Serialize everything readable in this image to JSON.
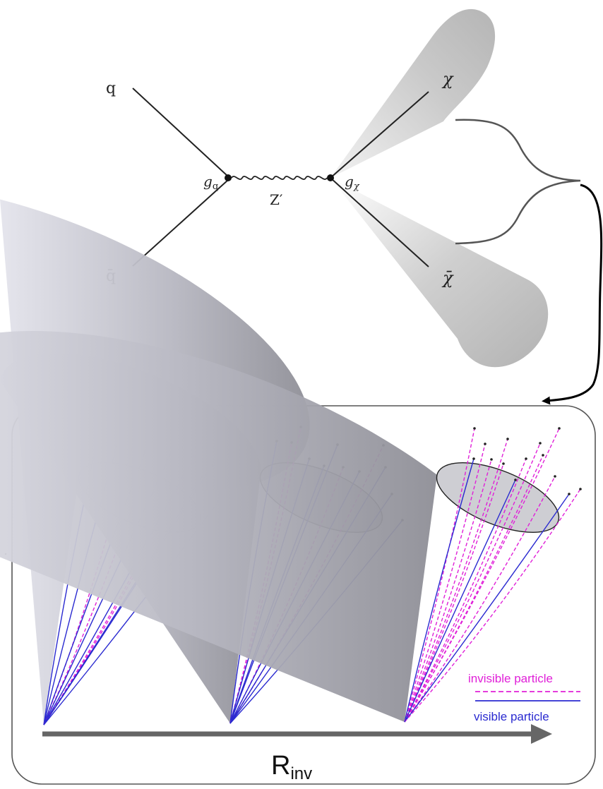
{
  "feynman": {
    "quark_label": "q",
    "antiquark_label": "q̄",
    "coupling_quark": "g",
    "coupling_quark_sub": "q",
    "mediator_label": "Z′",
    "coupling_dark": "g",
    "coupling_dark_sub": "χ",
    "dark_label": "χ",
    "antidark_label": "χ̄"
  },
  "jets_panel": {
    "legend": {
      "invisible_label": "invisible particle",
      "visible_label": "visible particle"
    },
    "axis_label_main": "R",
    "axis_label_sub": "inv"
  },
  "colors": {
    "cone_fill": "#c8c8c8",
    "jet_cone": "#b9b9c4",
    "visible_track": "#2a2ad0",
    "invisible_track": "#e020d8",
    "arrow_gray": "#666666",
    "frame": "#555555"
  }
}
